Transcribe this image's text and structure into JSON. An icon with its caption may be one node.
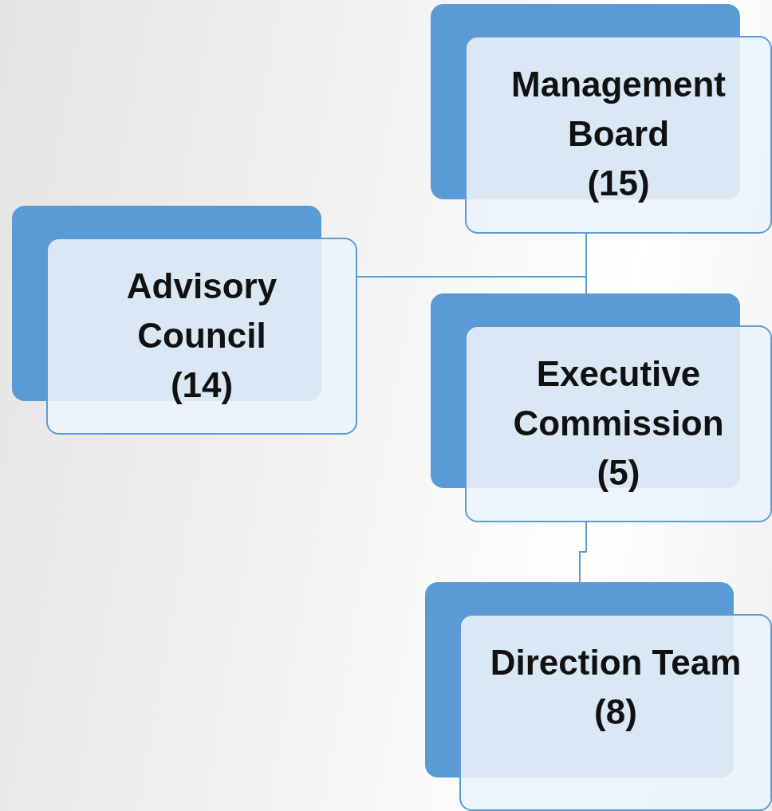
{
  "diagram": {
    "nodes": [
      {
        "text": [
          "Management Board",
          "(15)"
        ]
      },
      {
        "text": [
          "Advisory Council",
          "(14)"
        ]
      },
      {
        "text": [
          "Executive Commission",
          "(5)"
        ]
      },
      {
        "text": [
          "Direction Team",
          "(8)"
        ]
      }
    ],
    "edges": [
      {
        "from": 0,
        "to": 2,
        "arrow": "none"
      },
      {
        "from": 1,
        "to": 2,
        "arrow": "none"
      },
      {
        "from": 2,
        "to": 3,
        "arrow": "none"
      }
    ]
  }
}
